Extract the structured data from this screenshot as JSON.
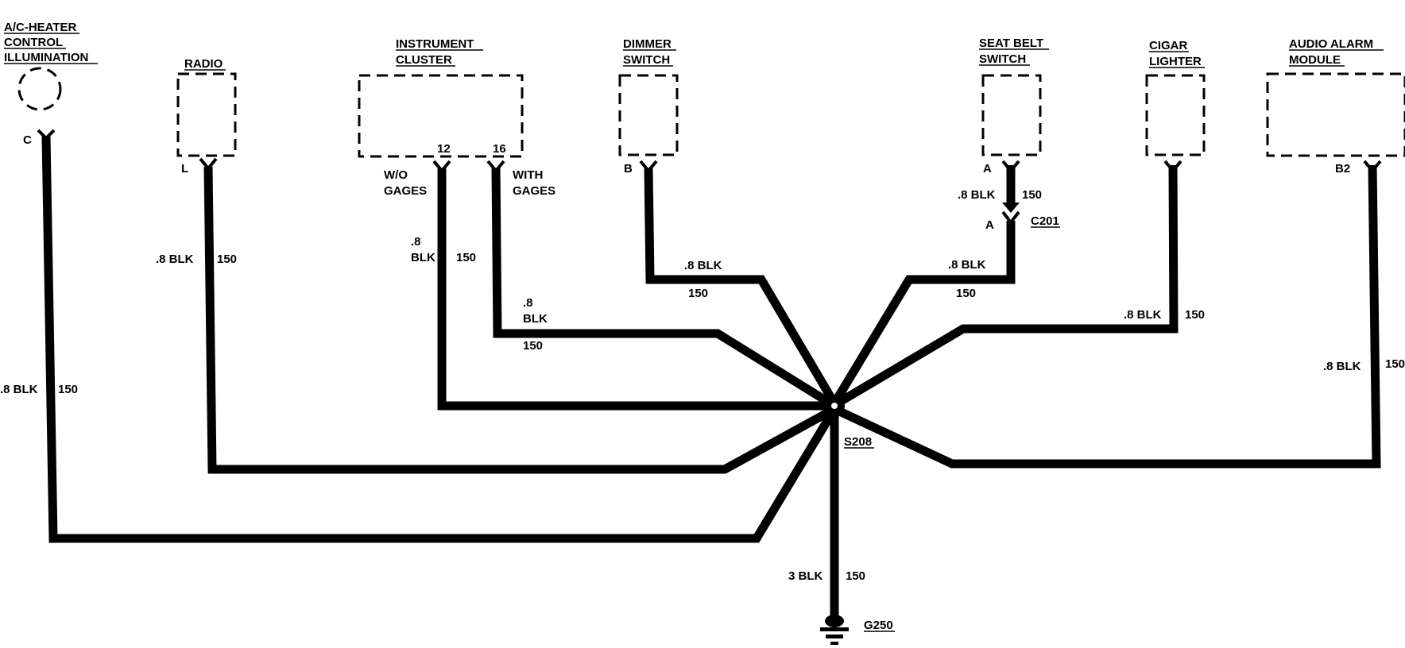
{
  "components": [
    {
      "id": "ac",
      "title_lines": [
        "A/C-HEATER",
        "CONTROL",
        "ILLUMINATION"
      ],
      "pin": "C"
    },
    {
      "id": "radio",
      "title_lines": [
        "RADIO"
      ],
      "pin": "L"
    },
    {
      "id": "cluster",
      "title_lines": [
        "INSTRUMENT",
        "CLUSTER"
      ],
      "pins": [
        "12",
        "16"
      ],
      "pin_notes": [
        [
          "W/O",
          "GAGES"
        ],
        [
          "WITH",
          "GAGES"
        ]
      ]
    },
    {
      "id": "dimmer",
      "title_lines": [
        "DIMMER",
        "SWITCH"
      ],
      "pin": "B"
    },
    {
      "id": "seatbelt",
      "title_lines": [
        "SEAT BELT",
        "SWITCH"
      ],
      "pin": "A"
    },
    {
      "id": "cigar",
      "title_lines": [
        "CIGAR",
        "LIGHTER"
      ]
    },
    {
      "id": "audio",
      "title_lines": [
        "AUDIO ALARM",
        "MODULE"
      ],
      "pin": "B2"
    }
  ],
  "connector": {
    "name": "C201",
    "pin": "A"
  },
  "splice": {
    "name": "S208"
  },
  "ground": {
    "name": "G250"
  },
  "wires": {
    "ac": {
      "size": ".8 BLK",
      "circuit": "150"
    },
    "radio": {
      "size": ".8 BLK",
      "circuit": "150"
    },
    "cluster_wo": {
      "size_lines": [
        ".8",
        "BLK"
      ],
      "circuit": "150"
    },
    "cluster_with": {
      "size_lines": [
        ".8",
        "BLK"
      ],
      "circuit": "150"
    },
    "dimmer": {
      "size": ".8 BLK",
      "circuit": "150"
    },
    "seatbelt_upper": {
      "size": ".8 BLK",
      "circuit": "150"
    },
    "seatbelt_lower": {
      "size": ".8 BLK",
      "circuit": "150"
    },
    "cigar": {
      "size": ".8 BLK",
      "circuit": "150"
    },
    "audio": {
      "size": ".8 BLK",
      "circuit": "150"
    },
    "ground": {
      "size": "3 BLK",
      "circuit": "150"
    }
  }
}
